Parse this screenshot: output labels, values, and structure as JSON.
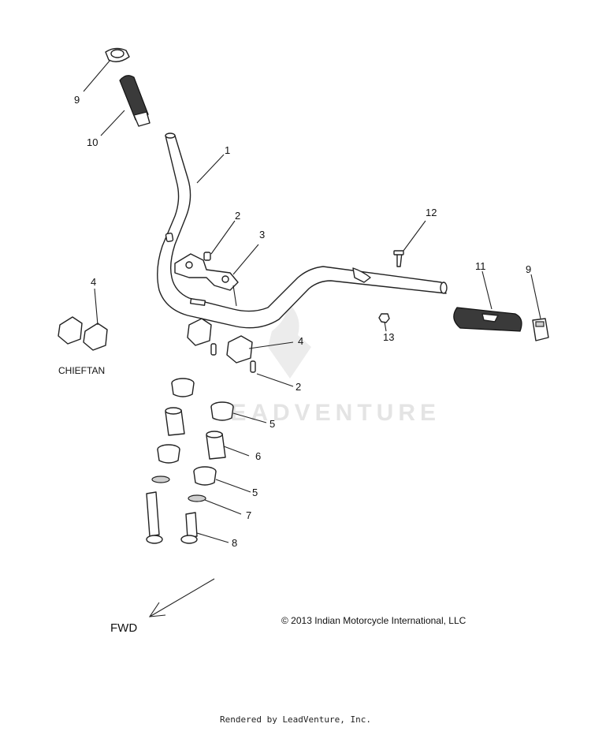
{
  "diagram": {
    "callouts": {
      "c1": "1",
      "c2a": "2",
      "c2b": "2",
      "c3": "3",
      "c4a": "4",
      "c4b": "4",
      "c5a": "5",
      "c5b": "5",
      "c6": "6",
      "c7": "7",
      "c8": "8",
      "c9a": "9",
      "c9b": "9",
      "c10": "10",
      "c11": "11",
      "c12": "12",
      "c13": "13"
    },
    "variant_label": "CHIEFTAN",
    "direction_label": "FWD",
    "copyright": "© 2013 Indian Motorcycle International, LLC",
    "watermark": "LEADVENTURE"
  },
  "footer": {
    "text": "Rendered by LeadVenture, Inc."
  },
  "colors": {
    "line": "#222222",
    "watermark": "#e4e4e4",
    "grip": "#3a3a3a"
  }
}
